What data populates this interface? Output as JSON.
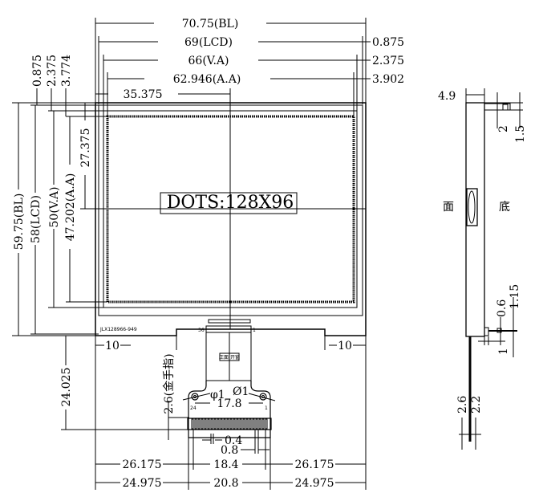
{
  "title": "LCD module outline drawing",
  "top_dims": {
    "bl_width": "70.75(BL)",
    "lcd_width": "69(LCD)",
    "va_width": "66(V.A)",
    "aa_width": "62.946(A.A)",
    "center_x": "35.375",
    "lcd_offset_r": "0.875",
    "va_offset_r": "2.375",
    "aa_offset_r": "3.902"
  },
  "left_dims": {
    "lcd_offset_t": "0.875",
    "va_offset_t": "2.375",
    "aa_offset_t": "3.774",
    "bl_height": "59.75(BL)",
    "lcd_height": "58(LCD)",
    "va_height": "50(V.A)",
    "aa_height": "47.202(A.A)",
    "center_y": "27.375",
    "fpc_length": "24.025",
    "gold_finger": "2.6(金手指)"
  },
  "display": {
    "dots_label": "DOTS:128X96",
    "part_number": "JLX128966-949",
    "pin_first": "36",
    "pin_last": "1",
    "fpc_text": "正面 开窗",
    "conn_pin_left": "24",
    "conn_pin_right": "1"
  },
  "fpc_dims": {
    "hole_left": "φ1",
    "hole_right": "Ø1",
    "hole_spacing": "17.8",
    "pitch_width": "0.4",
    "pitch": "0.8",
    "tab_left": "10",
    "tab_right": "10"
  },
  "bottom_dims": {
    "row1": [
      "26.175",
      "18.4",
      "26.175"
    ],
    "row2": [
      "24.975",
      "20.8",
      "24.975"
    ]
  },
  "side_view": {
    "thickness": "4.9",
    "front_label": "面",
    "back_label": "底",
    "d_2": "2",
    "d_1_5": "1.5",
    "d_0_6": "0.6",
    "d_1_15": "1.15",
    "d_1": "1",
    "d_2_6": "2.6",
    "d_2_2": "2.2"
  }
}
